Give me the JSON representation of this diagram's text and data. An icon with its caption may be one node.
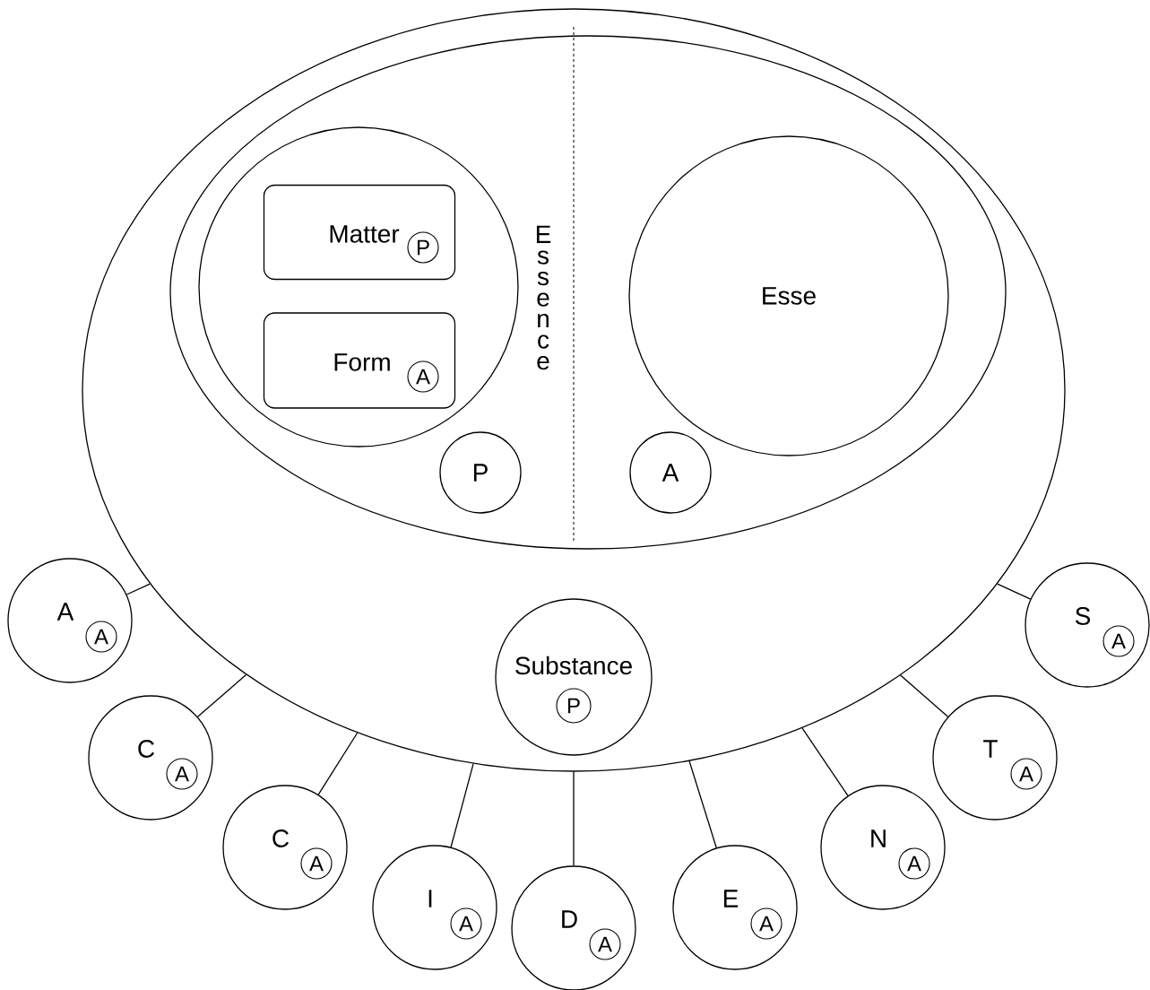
{
  "diagram": {
    "nodes": [
      {
        "text": [],
        "shape": "ellipse"
      },
      {
        "text": [],
        "shape": "ellipse",
        "in": 0
      },
      {
        "text": [],
        "shape": "circle",
        "in": 1
      },
      {
        "text": [
          "Matter"
        ],
        "in": 2
      },
      {
        "text": [
          "P"
        ],
        "in": 3
      },
      {
        "text": [
          "Form"
        ],
        "in": 2
      },
      {
        "text": [
          "A"
        ],
        "in": 5
      },
      {
        "text": [
          "P"
        ],
        "in": 1
      },
      {
        "text": [
          "A"
        ],
        "in": 1
      },
      {
        "text": [
          "Esse"
        ],
        "in": 1
      },
      {
        "text": [
          "Substance"
        ],
        "in": 0
      },
      {
        "text": [
          "P"
        ],
        "in": 10
      },
      {
        "text": [
          "A"
        ]
      },
      {
        "text": [
          "A"
        ],
        "in": 12
      },
      {
        "text": [
          "C"
        ]
      },
      {
        "text": [
          "A"
        ],
        "in": 14
      },
      {
        "text": [
          "C"
        ]
      },
      {
        "text": [
          "A"
        ],
        "in": 16
      },
      {
        "text": [
          "I"
        ]
      },
      {
        "text": [
          "A"
        ],
        "in": 18
      },
      {
        "text": [
          "D"
        ]
      },
      {
        "text": [
          "A"
        ],
        "in": 20
      },
      {
        "text": [
          "E"
        ]
      },
      {
        "text": [
          "A"
        ],
        "in": 22
      },
      {
        "text": [
          "N"
        ]
      },
      {
        "text": [
          "A"
        ],
        "in": 24
      },
      {
        "text": [
          "T"
        ]
      },
      {
        "text": [
          "A"
        ],
        "in": 26
      },
      {
        "text": [
          "S"
        ]
      },
      {
        "text": [
          "A"
        ],
        "in": 28
      }
    ],
    "edges": [
      {
        "from": 0,
        "to": 12,
        "arrow": "none"
      },
      {
        "from": 0,
        "to": 14,
        "arrow": "none"
      },
      {
        "from": 0,
        "to": 16,
        "arrow": "none"
      },
      {
        "from": 0,
        "to": 18,
        "arrow": "none"
      },
      {
        "from": 0,
        "to": 20,
        "arrow": "none"
      },
      {
        "from": 0,
        "to": 22,
        "arrow": "none"
      },
      {
        "from": 0,
        "to": 24,
        "arrow": "none"
      },
      {
        "from": 0,
        "to": 26,
        "arrow": "none"
      },
      {
        "from": 0,
        "to": 28,
        "arrow": "none"
      }
    ],
    "labels": [
      "Essence"
    ]
  }
}
